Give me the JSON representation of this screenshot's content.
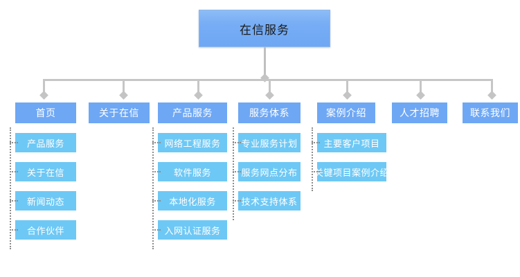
{
  "diagram": {
    "type": "sitemap-tree",
    "title_label": "在信服务",
    "colors": {
      "root_fill": "#77adf5",
      "root_border": "#8fb7e8",
      "level2_fill": "#6ea7f4",
      "level3_fill": "#6ec8f5",
      "connector": "#c6c6c6",
      "dotted_connector": "#8c8c8c",
      "node_text": "#ffffff",
      "root_text": "#1b1b1b",
      "background": "#ffffff"
    },
    "root": {
      "label": "在信服务"
    },
    "branches": [
      {
        "label": "首页",
        "children": [
          {
            "label": "产品服务"
          },
          {
            "label": "关于在信"
          },
          {
            "label": "新闻动态"
          },
          {
            "label": "合作伙伴"
          }
        ]
      },
      {
        "label": "关于在信",
        "children": []
      },
      {
        "label": "产品服务",
        "children": [
          {
            "label": "网络工程服务"
          },
          {
            "label": "软件服务"
          },
          {
            "label": "本地化服务"
          },
          {
            "label": "入网认证服务"
          }
        ]
      },
      {
        "label": "服务体系",
        "children": [
          {
            "label": "专业服务计划"
          },
          {
            "label": "服务网点分布"
          },
          {
            "label": "技术支持体系"
          }
        ]
      },
      {
        "label": "案例介绍",
        "children": [
          {
            "label": "主要客户项目"
          },
          {
            "label": "关键项目案例介绍"
          }
        ]
      },
      {
        "label": "人才招聘",
        "children": []
      },
      {
        "label": "联系我们",
        "children": []
      }
    ]
  }
}
